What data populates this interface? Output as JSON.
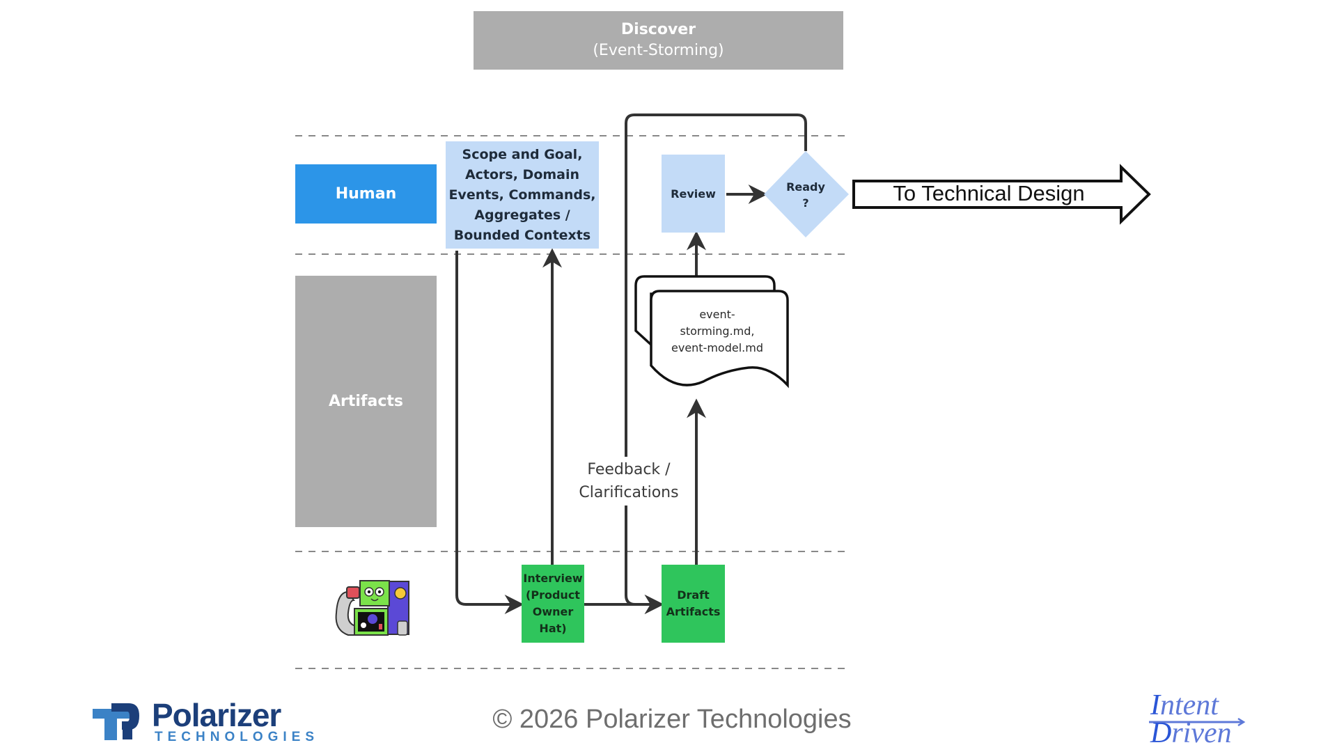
{
  "header": {
    "title": "Discover",
    "subtitle": "(Event-Storming)"
  },
  "lanes": {
    "human": "Human",
    "artifacts": "Artifacts",
    "agent_icon": "robot-icon"
  },
  "nodes": {
    "scope": "Scope and Goal,\nActors, Domain\nEvents, Commands,\nAggregates /\nBounded Contexts",
    "review": "Review",
    "ready": "Ready\n?",
    "documents": "event-\nstorming.md,\nevent-model.md",
    "interview": "Interview\n(Product\nOwner\nHat)",
    "draft": "Draft\nArtifacts"
  },
  "edge_labels": {
    "feedback": "Feedback /\nClarifications",
    "to_technical_design": "To Technical Design"
  },
  "footer": {
    "copyright": "© 2026 Polarizer Technologies",
    "company_logo_word": "Polarizer",
    "company_logo_sub": "TECHNOLOGIES",
    "intent_line1_first": "I",
    "intent_line1_rest": "ntent",
    "intent_line2_first": "D",
    "intent_line2_rest": "riven"
  },
  "colors": {
    "human_lane": "#2c95e8",
    "artifacts_lane": "#adadad",
    "header": "#adadad",
    "human_node": "#c3dbf7",
    "agent_node": "#2fc55c",
    "connector": "#333333",
    "logo_dark": "#1c3f7a",
    "logo_light": "#3b82c6",
    "intent_blue": "#5d78d8"
  }
}
